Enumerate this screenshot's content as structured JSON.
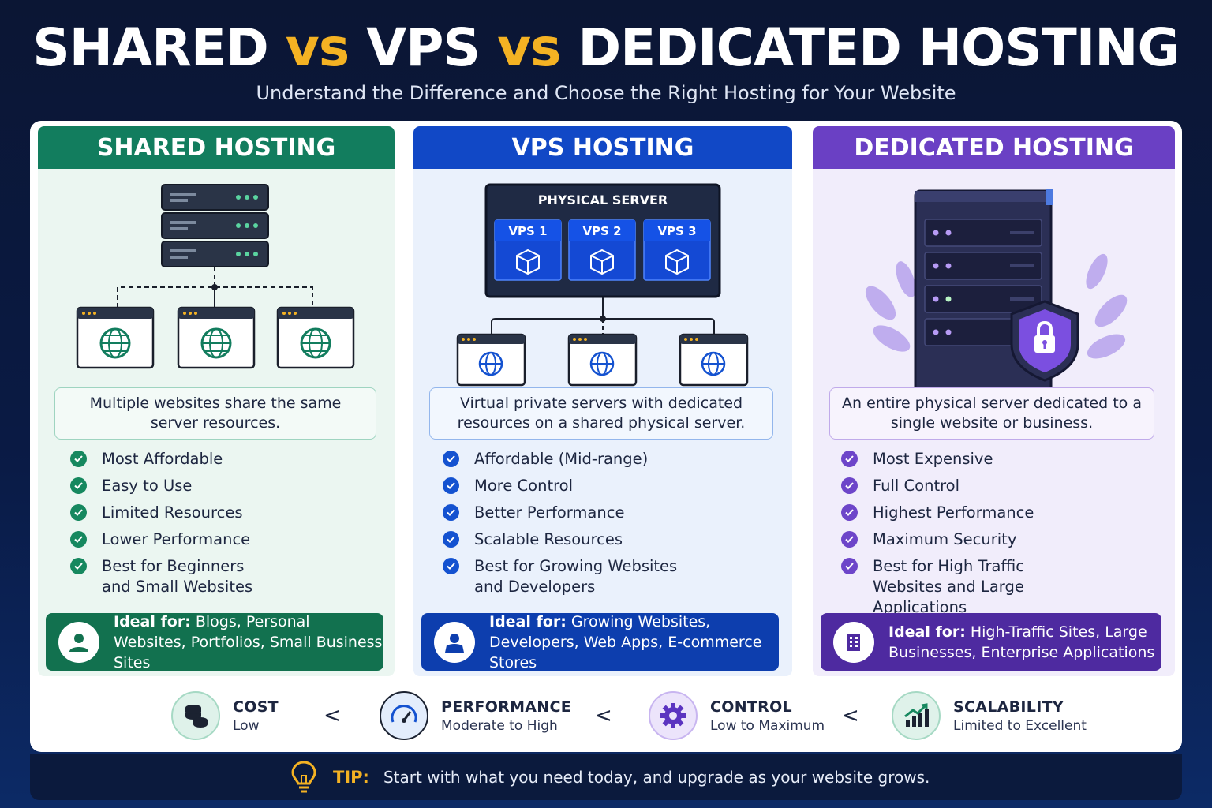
{
  "header": {
    "title_part1": "SHARED",
    "vs1": "vs",
    "title_part2": "VPS",
    "vs2": "vs",
    "title_part3": "DEDICATED HOSTING",
    "subtitle": "Understand the Difference and Choose the Right Hosting for Your Website"
  },
  "shared": {
    "heading": "SHARED HOSTING",
    "description": "Multiple websites share the same server resources.",
    "features": [
      "Most Affordable",
      "Easy to Use",
      "Limited Resources",
      "Lower Performance",
      "Best for Beginners and Small Websites"
    ],
    "ideal_label": "Ideal for:",
    "ideal_text": "Blogs, Personal Websites, Portfolios, Small Business Sites"
  },
  "vps": {
    "heading": "VPS HOSTING",
    "server_label": "PHYSICAL SERVER",
    "vps_labels": [
      "VPS 1",
      "VPS 2",
      "VPS 3"
    ],
    "description": "Virtual private servers with dedicated resources on a shared physical server.",
    "features": [
      "Affordable (Mid-range)",
      "More Control",
      "Better Performance",
      "Scalable Resources",
      "Best for Growing Websites and Developers"
    ],
    "ideal_label": "Ideal for:",
    "ideal_text": "Growing Websites, Developers, Web Apps, E-commerce Stores"
  },
  "dedicated": {
    "heading": "DEDICATED HOSTING",
    "description": "An entire physical server dedicated to a single website or business.",
    "features": [
      "Most Expensive",
      "Full Control",
      "Highest Performance",
      "Maximum Security",
      "Best for High Traffic Websites and Large Applications"
    ],
    "ideal_label": "Ideal for:",
    "ideal_text": "High-Traffic Sites, Large Businesses, Enterprise Applications"
  },
  "comparison": {
    "items": [
      {
        "title": "COST",
        "sub": "Low",
        "icon": "coins-icon"
      },
      {
        "title": "PERFORMANCE",
        "sub": "Moderate to High",
        "icon": "speedometer-icon"
      },
      {
        "title": "CONTROL",
        "sub": "Low to Maximum",
        "icon": "gear-icon"
      },
      {
        "title": "SCALABILITY",
        "sub": "Limited to Excellent",
        "icon": "growth-chart-icon"
      }
    ],
    "separator": "<"
  },
  "tip": {
    "label": "TIP:",
    "text": "Start with what you need today, and upgrade as your website grows."
  },
  "colors": {
    "shared": "#127d5e",
    "vps": "#1148c6",
    "dedicated": "#6a40c4",
    "accent": "#f4b223",
    "background": "#0b1634"
  }
}
